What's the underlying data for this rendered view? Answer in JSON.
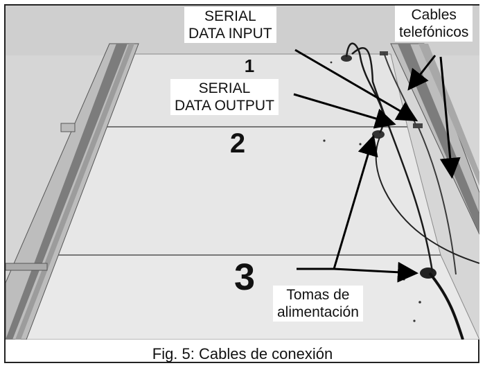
{
  "figure": {
    "caption": "Fig. 5: Cables de conexión"
  },
  "labels": {
    "serial_input_line1": "SERIAL",
    "serial_input_line2": "DATA INPUT",
    "serial_output_line1": "SERIAL",
    "serial_output_line2": "DATA OUTPUT",
    "phone_cables_line1": "Cables",
    "phone_cables_line2": "telefónicos",
    "power_line1": "Tomas de",
    "power_line2": "alimentación"
  },
  "panel_numbers": [
    "1",
    "2",
    "3"
  ]
}
